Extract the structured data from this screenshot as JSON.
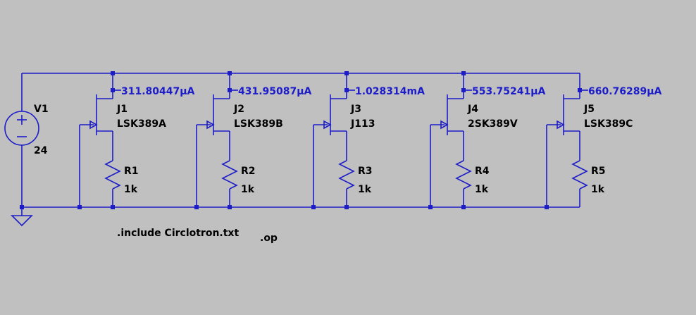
{
  "source": {
    "name": "V1",
    "value": "24"
  },
  "stages": [
    {
      "jfet": "J1",
      "model": "LSK389A",
      "resistor": "R1",
      "rvalue": "1k",
      "current": "311.80447µA"
    },
    {
      "jfet": "J2",
      "model": "LSK389B",
      "resistor": "R2",
      "rvalue": "1k",
      "current": "431.95087µA"
    },
    {
      "jfet": "J3",
      "model": "J113",
      "resistor": "R3",
      "rvalue": "1k",
      "current": "1.028314mA"
    },
    {
      "jfet": "J4",
      "model": "2SK389V",
      "resistor": "R4",
      "rvalue": "1k",
      "current": "553.75241µA"
    },
    {
      "jfet": "J5",
      "model": "LSK389C",
      "resistor": "R5",
      "rvalue": "1k",
      "current": "660.76289µA"
    }
  ],
  "directives": {
    "include": ".include Circlotron.txt",
    "analysis": ".op"
  },
  "colors": {
    "background": "#c0c0c0",
    "wire": "#1c1cc8",
    "current_label": "#1c1cc8",
    "text": "#000000"
  }
}
